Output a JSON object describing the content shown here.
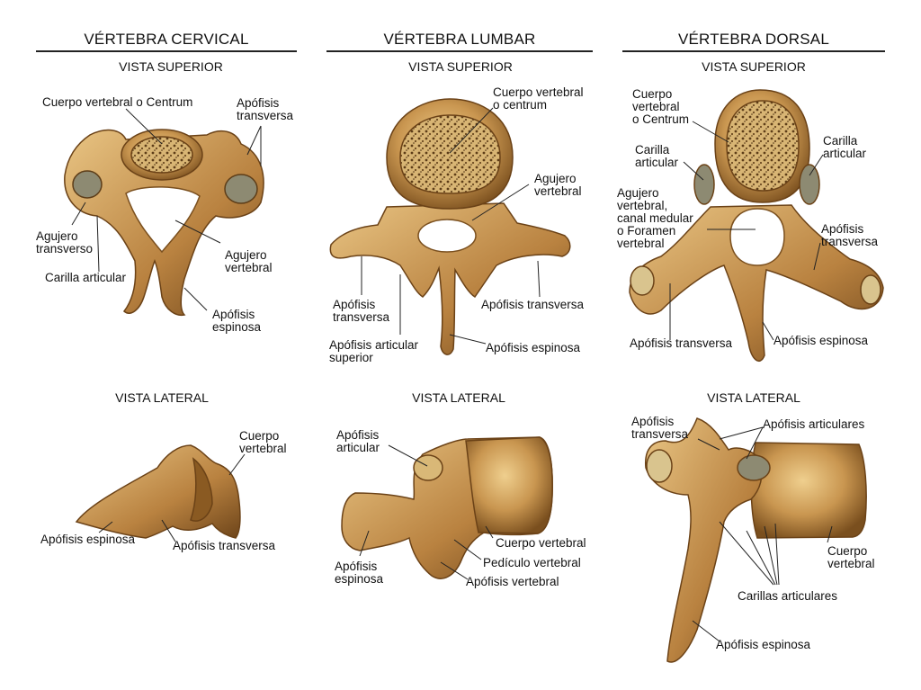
{
  "columns": [
    {
      "title": "VÉRTEBRA CERVICAL",
      "superior": {
        "title": "VISTA SUPERIOR",
        "labels": {
          "centrum": "Cuerpo vertebral o Centrum",
          "transversa": "Apófisis\ntransversa",
          "agujero_transverso": "Agujero\ntransverso",
          "carilla": "Carilla articular",
          "agujero_vertebral": "Agujero\nvertebral",
          "espinosa": "Apófisis\nespinosa"
        }
      },
      "lateral": {
        "title": "VISTA LATERAL",
        "labels": {
          "cuerpo": "Cuerpo\nvertebral",
          "espinosa": "Apófisis espinosa",
          "transversa": "Apófisis transversa"
        }
      }
    },
    {
      "title": "VÉRTEBRA LUMBAR",
      "superior": {
        "title": "VISTA SUPERIOR",
        "labels": {
          "centrum": "Cuerpo vertebral\no centrum",
          "agujero": "Agujero\nvertebral",
          "transversa_left": "Apófisis\ntransversa",
          "transversa_right": "Apófisis transversa",
          "articular_superior": "Apófisis articular\nsuperior",
          "espinosa": "Apófisis espinosa"
        }
      },
      "lateral": {
        "title": "VISTA LATERAL",
        "labels": {
          "articular": "Apófisis\narticular",
          "espinosa": "Apófisis\nespinosa",
          "cuerpo": "Cuerpo vertebral",
          "pediculo": "Pedículo vertebral",
          "vertebral": "Apófisis vertebral"
        }
      }
    },
    {
      "title": "VÉRTEBRA DORSAL",
      "superior": {
        "title": "VISTA SUPERIOR",
        "labels": {
          "centrum": "Cuerpo\nvertebral\no Centrum",
          "carilla_left": "Carilla\narticular",
          "carilla_right": "Carilla\narticular",
          "agujero": "Agujero\nvertebral,\ncanal medular\no Foramen\nvertebral",
          "transversa_right": "Apófisis\ntransversa",
          "transversa_bottom": "Apófisis transversa",
          "espinosa": "Apófisis espinosa"
        }
      },
      "lateral": {
        "title": "VISTA LATERAL",
        "labels": {
          "transversa": "Apófisis\ntransversa",
          "articulares": "Apófisis articulares",
          "cuerpo": "Cuerpo\nvertebral",
          "carillas": "Carillas articulares",
          "espinosa": "Apófisis espinosa"
        }
      }
    }
  ],
  "colors": {
    "bone": "#c8954a",
    "bone_dark": "#7a4f1e",
    "bone_light": "#e8c27e",
    "line": "#222222"
  }
}
